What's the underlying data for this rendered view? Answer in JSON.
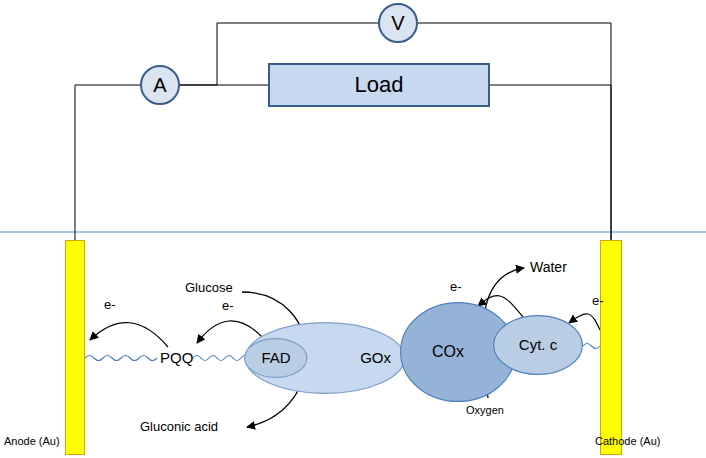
{
  "diagram": {
    "nodes": [
      {
        "text": [
          "V"
        ]
      },
      {
        "text": [
          "A"
        ]
      },
      {
        "text": [
          "Load"
        ]
      },
      {
        "text": [
          "Anode (Au)"
        ]
      },
      {
        "text": [
          "GOx"
        ]
      },
      {
        "text": [
          "FAD"
        ],
        "in": 4
      },
      {
        "text": [
          "COx"
        ]
      },
      {
        "text": [
          "Cyt. c"
        ]
      },
      {
        "text": [
          "Cathode (Au)"
        ]
      }
    ],
    "edges": [
      {
        "from": 3,
        "to": 1,
        "arrow": "none"
      },
      {
        "from": 1,
        "to": 2,
        "arrow": "none"
      },
      {
        "from": 1,
        "to": 0,
        "arrow": "none"
      },
      {
        "from": 2,
        "to": 8,
        "arrow": "none"
      },
      {
        "from": 0,
        "to": 8,
        "arrow": "none"
      },
      {
        "from": 8,
        "to": 7,
        "label": "e-",
        "arrow": "to"
      },
      {
        "from": 7,
        "to": 6,
        "label": "e-",
        "arrow": "to"
      }
    ],
    "labels": [
      "Glucose",
      "Gluconic acid",
      "PQQ",
      "e-",
      "e-",
      "Water",
      "Oxygen"
    ]
  }
}
